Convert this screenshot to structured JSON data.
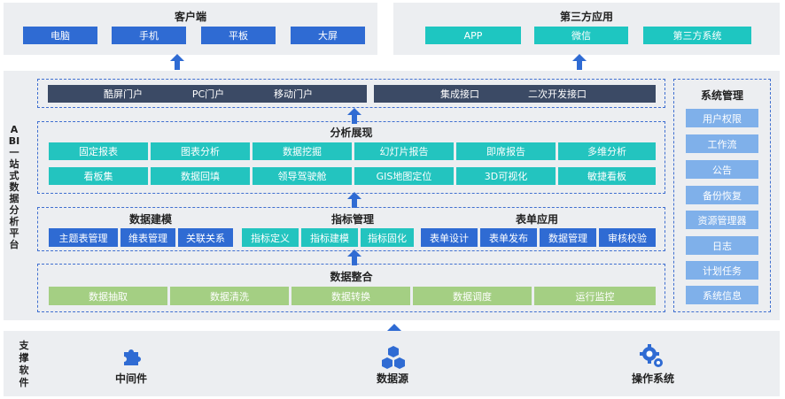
{
  "client": {
    "title": "客户端",
    "items": [
      "电脑",
      "手机",
      "平板",
      "大屏"
    ]
  },
  "third_party": {
    "title": "第三方应用",
    "items": [
      "APP",
      "微信",
      "第三方系统"
    ]
  },
  "platform_label": [
    "A",
    "B",
    "I",
    "一",
    "站",
    "式",
    "数",
    "据",
    "分",
    "析",
    "平",
    "台"
  ],
  "portal": {
    "left": [
      "酷屏门户",
      "PC门户",
      "移动门户"
    ],
    "right": [
      "集成接口",
      "二次开发接口"
    ]
  },
  "analysis": {
    "title": "分析展现",
    "row1": [
      "固定报表",
      "图表分析",
      "数据挖掘",
      "幻灯片报告",
      "即席报告",
      "多维分析"
    ],
    "row2": [
      "看板集",
      "数据回填",
      "领导驾驶舱",
      "GIS地图定位",
      "3D可视化",
      "敏捷看板"
    ]
  },
  "modeling": {
    "title": "数据建模",
    "items": [
      "主题表管理",
      "维表管理",
      "关联关系"
    ]
  },
  "metrics": {
    "title": "指标管理",
    "items": [
      "指标定义",
      "指标建模",
      "指标固化"
    ]
  },
  "forms": {
    "title": "表单应用",
    "items": [
      "表单设计",
      "表单发布",
      "数据管理",
      "审核校验"
    ]
  },
  "integration": {
    "title": "数据整合",
    "items": [
      "数据抽取",
      "数据清洗",
      "数据转换",
      "数据调度",
      "运行监控"
    ]
  },
  "system": {
    "title": "系统管理",
    "items": [
      "用户权限",
      "工作流",
      "公告",
      "备份恢复",
      "资源管理器",
      "日志",
      "计划任务",
      "系统信息"
    ]
  },
  "support": {
    "label": [
      "支",
      "撑",
      "软",
      "件"
    ],
    "items": [
      "中间件",
      "数据源",
      "操作系统"
    ]
  },
  "colors": {
    "blue": "#2f6bd3",
    "teal": "#1ec6c1",
    "dark": "#3b4a65",
    "green": "#a4cf83",
    "light_blue": "#7fb0ea",
    "panel": "#eceef1",
    "arrow": "#2f6bd3"
  },
  "icons": [
    "puzzle-icon",
    "cubes-icon",
    "gears-icon"
  ]
}
